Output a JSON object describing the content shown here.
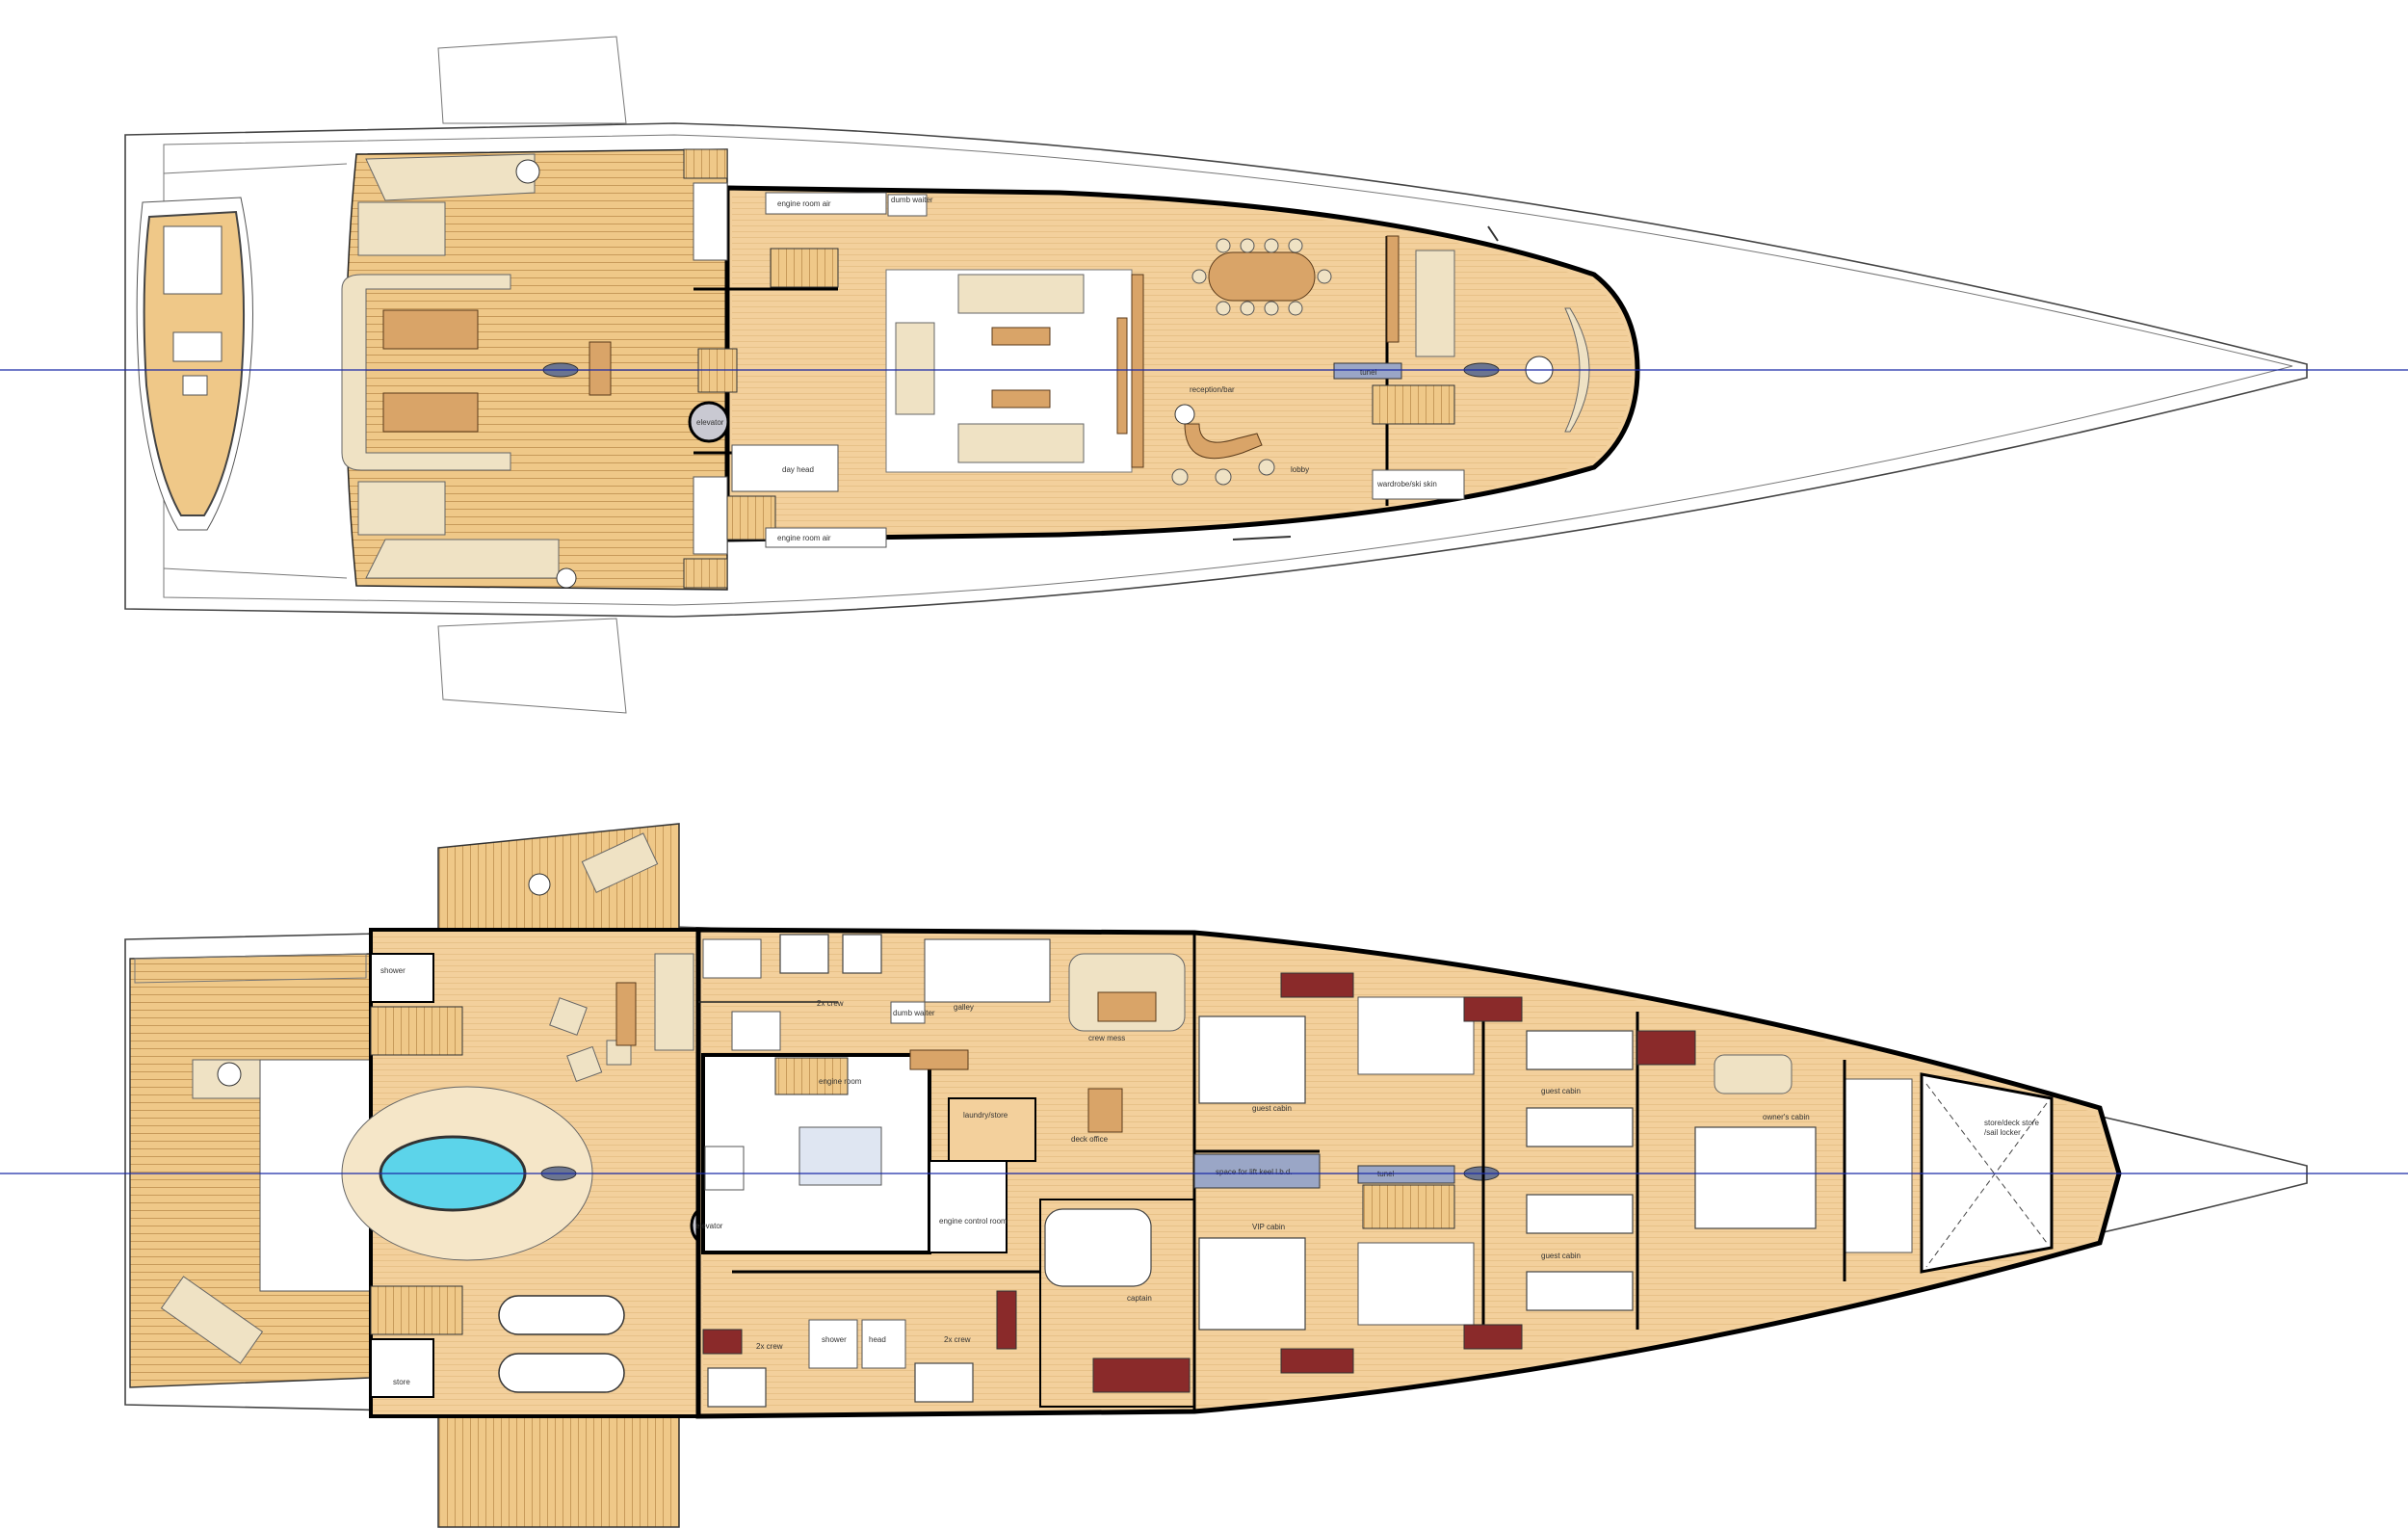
{
  "colors": {
    "deck": "#f3d09c",
    "teak": "#e8bf7f",
    "teak_line": "#c79a5a",
    "furniture": "#efe2c4",
    "wood": "#d9a468",
    "pool": "#5cd4ea",
    "technical": "#9aa6c6",
    "centerline": "#1b2aa8"
  },
  "upper_deck": {
    "labels": {
      "engine_room_air_top": "engine room air",
      "dumb_waiter": "dumb waiter",
      "elevator": "elevator",
      "day_head": "day head",
      "engine_room_air_bottom": "engine room air",
      "reception_bar": "reception/bar",
      "lobby": "lobby",
      "wardrobe_ski": "wardrobe/ski skin",
      "tunel": "tunel"
    }
  },
  "lower_deck": {
    "labels": {
      "shower_aft": "shower",
      "store_aft": "store",
      "elevator": "elevator",
      "crew_2x_top": "2x crew",
      "dumb_waiter": "dumb waiter",
      "galley": "galley",
      "crew_mess": "crew mess",
      "engine_room": "engine room",
      "laundry_store": "laundry/store",
      "deck_office": "deck office",
      "engine_control_room": "engine control room",
      "captain": "captain",
      "crew_2x_bottom_left": "2x crew",
      "shower_crew": "shower",
      "head_crew": "head",
      "crew_2x_bottom_right": "2x crew",
      "guest_cabin_port_aft": "guest cabin",
      "vip_cabin": "VIP cabin",
      "space_for_tool": "space for lift keel l.b.d.",
      "tunel": "tunel",
      "guest_cabin_port_fwd": "guest cabin",
      "guest_cabin_stbd_fwd": "guest cabin",
      "owners_cabin": "owner's cabin",
      "store_deck_store": "store/deck store",
      "sail_locker": "/sail locker"
    }
  }
}
